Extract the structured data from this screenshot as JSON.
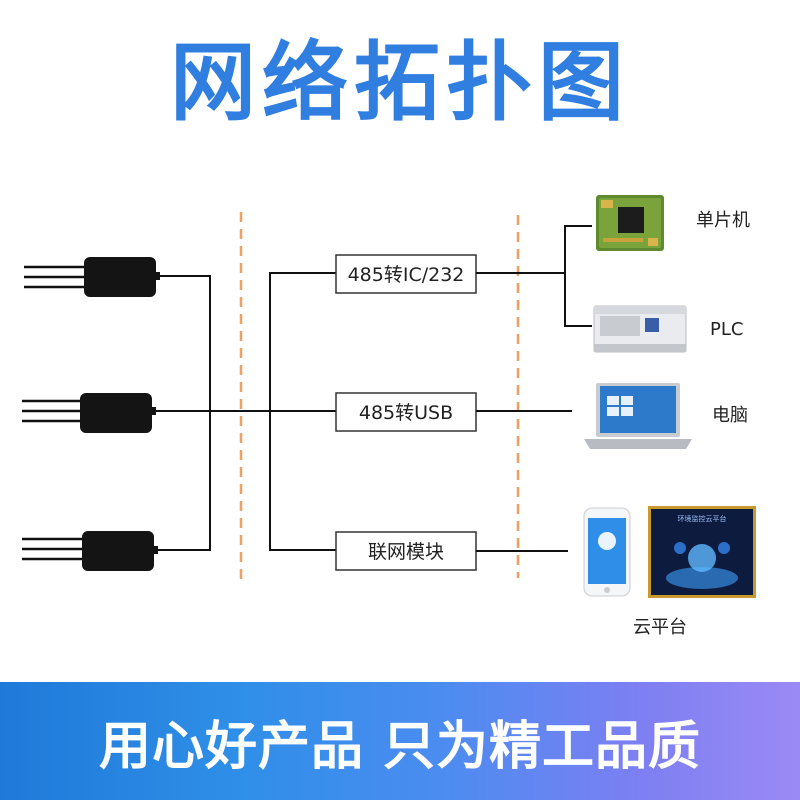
{
  "title": "网络拓扑图",
  "boxes": {
    "top": "485转IC/232",
    "middle": "485转USB",
    "bottom": "联网模块"
  },
  "devices": {
    "mcu": "单片机",
    "plc": "PLC",
    "computer": "电脑",
    "cloud": "云平台"
  },
  "cloud_screen_title": "环境监控云平台",
  "banner": "用心好产品 只为精工品质",
  "colors": {
    "title": "#2f7ee0",
    "divider": "#f0a060",
    "banner_start": "#1f79d8",
    "banner_end": "#9b8af5"
  }
}
